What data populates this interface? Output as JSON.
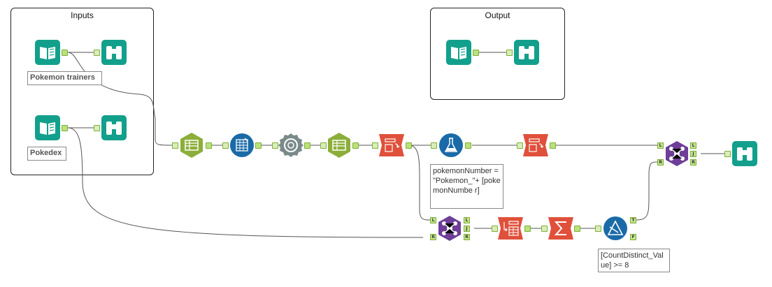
{
  "containers": {
    "inputs": {
      "title": "Inputs"
    },
    "output": {
      "title": "Output"
    }
  },
  "labels": {
    "pokemon_trainers": "Pokemon trainers",
    "pokedex": "Pokedex"
  },
  "annotations": {
    "formula": "pokemonNumber = \"Pokemon_\"+ [pokemonNumbe r]",
    "filter": "[CountDistinct_Val ue] >= 8"
  },
  "ports": {
    "left": "L",
    "join": "J",
    "right": "R",
    "true": "T",
    "false": "F"
  },
  "colors": {
    "input_teal": "#12a08c",
    "prep_green": "#8cae3a",
    "blue": "#1a6aa8",
    "gray": "#7a8a8a",
    "orange": "#e0503a",
    "purple": "#6e3e98",
    "anchor": "#b9e27a",
    "wire": "#555555"
  },
  "tools": [
    {
      "id": "input-trainers",
      "icon": "book-icon"
    },
    {
      "id": "browse-trainers",
      "icon": "binoculars-icon"
    },
    {
      "id": "input-pokedex",
      "icon": "book-icon"
    },
    {
      "id": "browse-pokedex",
      "icon": "binoculars-icon"
    },
    {
      "id": "output-input",
      "icon": "book-icon"
    },
    {
      "id": "output-browse",
      "icon": "binoculars-icon"
    },
    {
      "id": "select",
      "icon": "select-icon"
    },
    {
      "id": "autofield",
      "icon": "autofield-icon"
    },
    {
      "id": "unique",
      "icon": "unique-icon"
    },
    {
      "id": "select2",
      "icon": "select-icon"
    },
    {
      "id": "transpose",
      "icon": "transpose-icon"
    },
    {
      "id": "formula",
      "icon": "formula-icon"
    },
    {
      "id": "transpose2",
      "icon": "transpose-icon"
    },
    {
      "id": "join-top",
      "icon": "join-icon"
    },
    {
      "id": "browse-final",
      "icon": "binoculars-icon"
    },
    {
      "id": "join-bottom",
      "icon": "join-icon"
    },
    {
      "id": "crosstab",
      "icon": "crosstab-icon"
    },
    {
      "id": "summarize",
      "icon": "summarize-icon"
    },
    {
      "id": "filter",
      "icon": "filter-icon"
    }
  ]
}
